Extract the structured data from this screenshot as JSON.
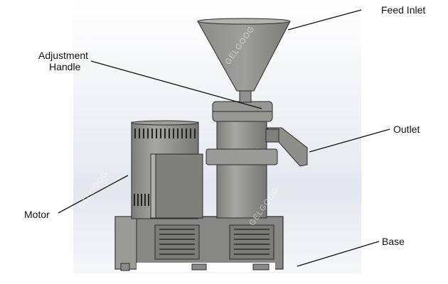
{
  "diagram": {
    "subject": "Colloid mill machine diagram",
    "labels": {
      "feed_inlet": "Feed Inlet",
      "adjustment_handle_line1": "Adjustment",
      "adjustment_handle_line2": "Handle",
      "outlet": "Outlet",
      "motor": "Motor",
      "base": "Base"
    },
    "watermarks": [
      "GELGOOG",
      "GELGOOG",
      "GELGOOG"
    ],
    "colors": {
      "machine_body": "#8a8a85",
      "machine_dark": "#6f706b",
      "machine_light": "#a3a49f",
      "outline": "#2b2b2b",
      "leader_line": "#111111",
      "background_panel": "#e8eaf0"
    }
  }
}
